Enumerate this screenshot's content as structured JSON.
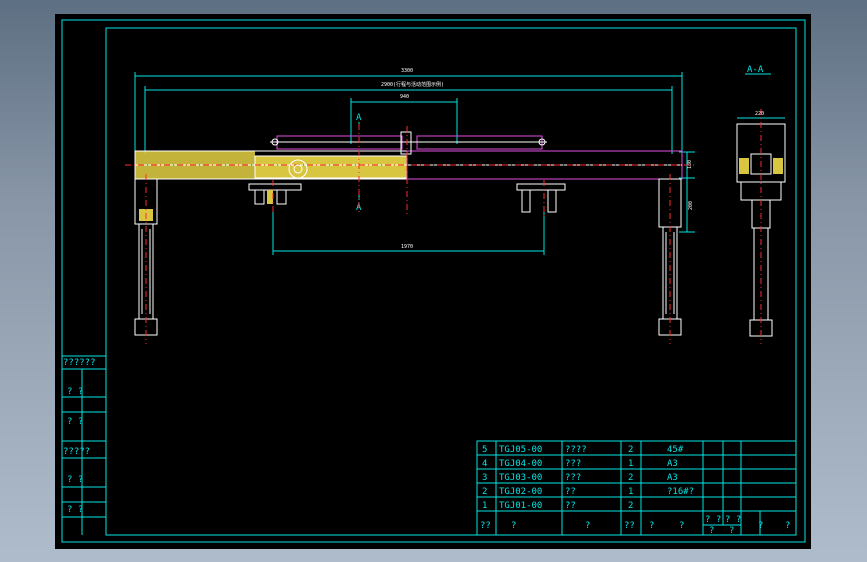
{
  "section_label": "A-A",
  "section_marks": [
    "A",
    "A"
  ],
  "dimensions": {
    "overall": "3300",
    "overall_note": "2900(行程与活动范围示例)",
    "upper": "940",
    "lower": "1970",
    "right_height_top": "180",
    "right_height_bottom": "200",
    "side_width": "220"
  },
  "left_panel": {
    "label1": "??????",
    "label2": "?   ?",
    "label3": "?   ?",
    "label4": "?????",
    "label5": "?   ?",
    "label6": "?   ?"
  },
  "bom": {
    "rows": [
      {
        "no": "5",
        "code": "TGJ05-00",
        "name": "????",
        "qty": "2",
        "material": "45#"
      },
      {
        "no": "4",
        "code": "TGJ04-00",
        "name": "???",
        "qty": "1",
        "material": "A3"
      },
      {
        "no": "3",
        "code": "TGJ03-00",
        "name": "???",
        "qty": "2",
        "material": "A3"
      },
      {
        "no": "2",
        "code": "TGJ02-00",
        "name": "??",
        "qty": "1",
        "material": "?16#?"
      },
      {
        "no": "1",
        "code": "TGJ01-00",
        "name": "??",
        "qty": "2",
        "material": ""
      }
    ],
    "header": [
      "??",
      "?",
      "?",
      "??",
      "?",
      "?",
      "? ?",
      "? ?",
      "?",
      "?"
    ],
    "header_sub": [
      "?",
      "?"
    ]
  }
}
